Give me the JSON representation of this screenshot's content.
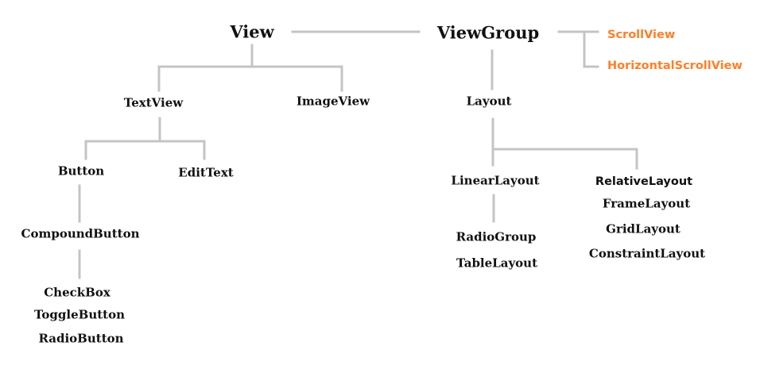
{
  "colors": {
    "connector": "#c4c4c4",
    "text": "#111111",
    "accent": "#ff7f27"
  },
  "nodes": {
    "view": "View",
    "viewgroup": "ViewGroup",
    "scrollview": "ScrollView",
    "horizontalscrollview": "HorizontalScrollView",
    "textview": "TextView",
    "imageview": "ImageView",
    "layout": "Layout",
    "button": "Button",
    "edittext": "EditText",
    "linearlayout": "LinearLayout",
    "relativelayout": "RelativeLayout",
    "framelayout": "FrameLayout",
    "gridlayout": "GridLayout",
    "constraintlayout": "ConstraintLayout",
    "radiogroup": "RadioGroup",
    "tablelayout": "TableLayout",
    "compoundbutton": "CompoundButton",
    "checkbox": "CheckBox",
    "togglebutton": "ToggleButton",
    "radiobutton": "RadioButton"
  }
}
